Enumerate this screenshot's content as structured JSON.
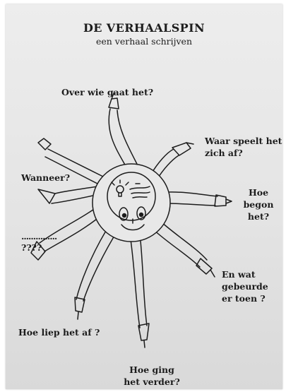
{
  "header": {
    "title": "DE VERHAALSPIN",
    "subtitle": "een verhaal schrijven"
  },
  "questions": {
    "who": "Over wie gaat het?",
    "where": "Waar speelt het zich af?",
    "when": "Wanneer?",
    "begin": "Hoe begon het?",
    "blank_dots": "...............",
    "unknown": "????",
    "then": "En wat gebeurde er toen ?",
    "end": "Hoe liep het af ?",
    "continue": "Hoe ging het verder?"
  },
  "colors": {
    "paper": "#e6e6e6",
    "ink": "#1c1c1c"
  }
}
